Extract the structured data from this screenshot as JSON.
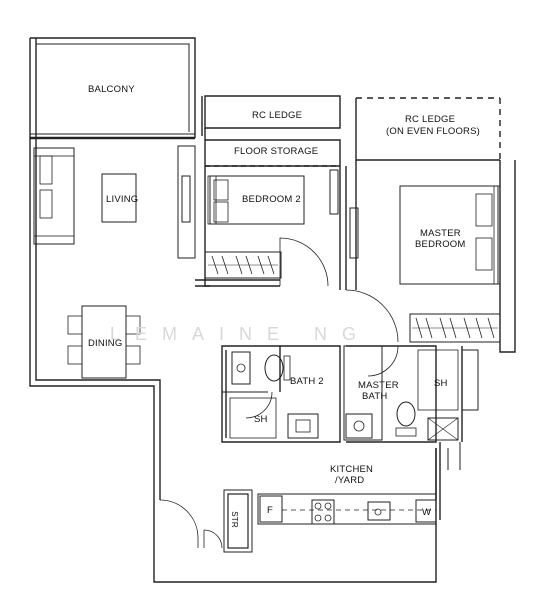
{
  "plan": {
    "rooms": {
      "balcony": "BALCONY",
      "living": "LIVING",
      "dining": "DINING",
      "rc_ledge": "RC LEDGE",
      "rc_ledge_even": "RC LEDGE",
      "rc_ledge_even_note": "(ON EVEN FLOORS)",
      "floor_storage": "FLOOR STORAGE",
      "bedroom_2": "BEDROOM 2",
      "master_bedroom_line1": "MASTER",
      "master_bedroom_line2": "BEDROOM",
      "bath_2": "BATH 2",
      "master_bath_line1": "MASTER",
      "master_bath_line2": "BATH",
      "sh_bath2": "SH",
      "sh_master": "SH",
      "kitchen_line1": "KITCHEN",
      "kitchen_line2": "/YARD"
    },
    "fixtures": {
      "fridge": "F",
      "washer": "W",
      "store": "STR"
    },
    "watermark": "LEMAINE NG"
  }
}
